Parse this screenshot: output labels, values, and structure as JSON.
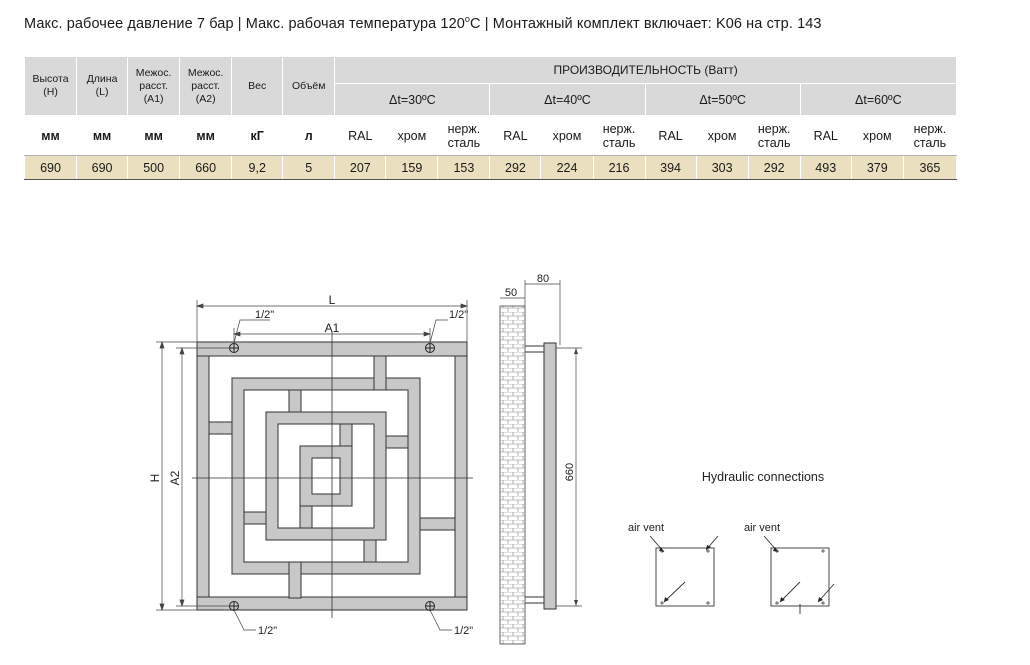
{
  "header": {
    "text_before_sup": "Макс. рабочее давление 7 бар | Макс. рабочая температура 120",
    "sup": "o",
    "text_after_sup": "C | Монтажный комплект включает: K06 на стр. 143"
  },
  "table": {
    "col_headers": [
      {
        "l1": "Высота",
        "l2": "(H)"
      },
      {
        "l1": "Длина",
        "l2": "(L)"
      },
      {
        "l1": "Межос.",
        "l2": "расст.",
        "l3": "(A1)"
      },
      {
        "l1": "Межос.",
        "l2": "расст.",
        "l3": "(A2)"
      },
      {
        "l1": "Вес"
      },
      {
        "l1": "Объём"
      }
    ],
    "performance_title": "ПРОИЗВОДИТЕЛЬНОСТЬ (Ватт)",
    "delta_groups": [
      "Δt=30ºC",
      "Δt=40ºC",
      "Δt=50ºC",
      "Δt=60ºC"
    ],
    "units": [
      "мм",
      "мм",
      "мм",
      "мм",
      "кГ",
      "л"
    ],
    "finish_labels": [
      {
        "l1": "RAL"
      },
      {
        "l1": "хром"
      },
      {
        "l1": "нерж.",
        "l2": "сталь"
      }
    ],
    "values": [
      "690",
      "690",
      "500",
      "660",
      "9,2",
      "5",
      "207",
      "159",
      "153",
      "292",
      "224",
      "216",
      "394",
      "303",
      "292",
      "493",
      "379",
      "365"
    ]
  },
  "drawing": {
    "label_L": "L",
    "label_A1": "A1",
    "label_H": "H",
    "label_A2": "A2",
    "conn_top_left": "1/2\"",
    "conn_top_right": "1/2\"",
    "conn_bottom_left": "1/2\"",
    "conn_bottom_right": "1/2\"",
    "side_dim_50": "50",
    "side_dim_80": "80",
    "side_dim_660": "660",
    "hydraulic_title": "Hydraulic connections",
    "air_vent_1": "air vent",
    "air_vent_2": "air vent"
  }
}
